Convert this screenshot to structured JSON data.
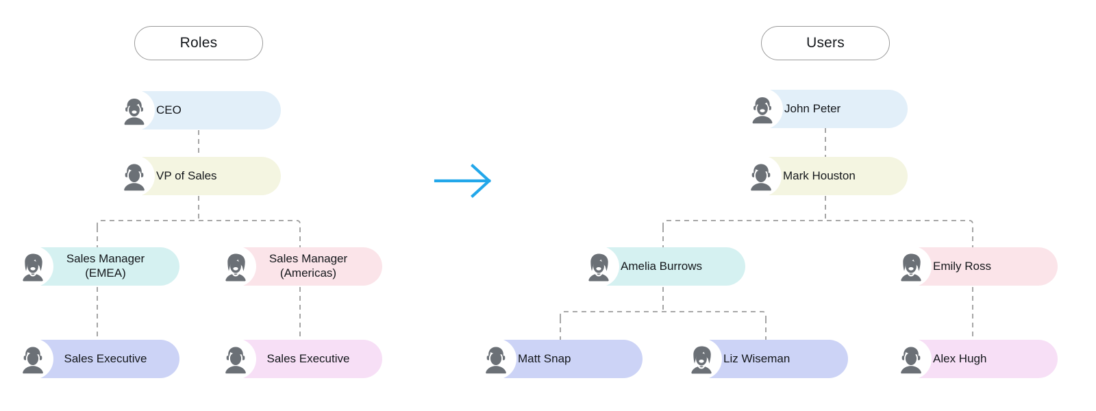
{
  "diagram": {
    "title_left": "Roles",
    "title_right": "Users",
    "arrow_icon": "arrow-right-icon",
    "accent_color": "#22a7ea",
    "edge_color": "#9a9a9a",
    "edge_style": "dashed"
  },
  "panels": [
    {
      "id": "roles",
      "header": "Roles",
      "nodes": [
        {
          "id": "ceo",
          "label": "CEO",
          "avatar": "avatar-man-beard-icon",
          "color": "#e2eff9",
          "border": "#cfe4f2",
          "level": 0
        },
        {
          "id": "vp-sales",
          "label": "VP of Sales",
          "avatar": "avatar-man-icon",
          "color": "#f4f5e1",
          "border": "#e6e8c8",
          "level": 1
        },
        {
          "id": "sm-emea",
          "label": "Sales Manager\n(EMEA)",
          "avatar": "avatar-woman-icon",
          "color": "#d5f1f1",
          "border": "#bfe6e6",
          "level": 2
        },
        {
          "id": "sm-amer",
          "label": "Sales Manager\n(Americas)",
          "avatar": "avatar-woman-icon",
          "color": "#fbe4e9",
          "border": "#f3d2d9",
          "level": 2
        },
        {
          "id": "se-emea",
          "label": "Sales Executive",
          "avatar": "avatar-man-icon",
          "color": "#ccd3f6",
          "border": "#b6bff0",
          "level": 3
        },
        {
          "id": "se-amer",
          "label": "Sales Executive",
          "avatar": "avatar-man-icon",
          "color": "#f7dff6",
          "border": "#eecaec",
          "level": 3
        }
      ]
    },
    {
      "id": "users",
      "header": "Users",
      "nodes": [
        {
          "id": "john-peter",
          "label": "John Peter",
          "avatar": "avatar-man-beard-icon",
          "color": "#e2eff9",
          "border": "#cfe4f2",
          "level": 0
        },
        {
          "id": "mark-houston",
          "label": "Mark Houston",
          "avatar": "avatar-man-icon",
          "color": "#f4f5e1",
          "border": "#e6e8c8",
          "level": 1
        },
        {
          "id": "amelia-burrows",
          "label": "Amelia Burrows",
          "avatar": "avatar-woman-icon",
          "color": "#d5f1f1",
          "border": "#bfe6e6",
          "level": 2
        },
        {
          "id": "emily-ross",
          "label": "Emily Ross",
          "avatar": "avatar-woman-icon",
          "color": "#fbe4e9",
          "border": "#f3d2d9",
          "level": 2
        },
        {
          "id": "matt-snap",
          "label": "Matt Snap",
          "avatar": "avatar-man-icon",
          "color": "#ccd3f6",
          "border": "#b6bff0",
          "level": 3
        },
        {
          "id": "liz-wiseman",
          "label": "Liz Wiseman",
          "avatar": "avatar-woman-icon",
          "color": "#ccd3f6",
          "border": "#b6bff0",
          "level": 3
        },
        {
          "id": "alex-hugh",
          "label": "Alex Hugh",
          "avatar": "avatar-man-icon",
          "color": "#f7dff6",
          "border": "#eecaec",
          "level": 3
        }
      ]
    }
  ]
}
